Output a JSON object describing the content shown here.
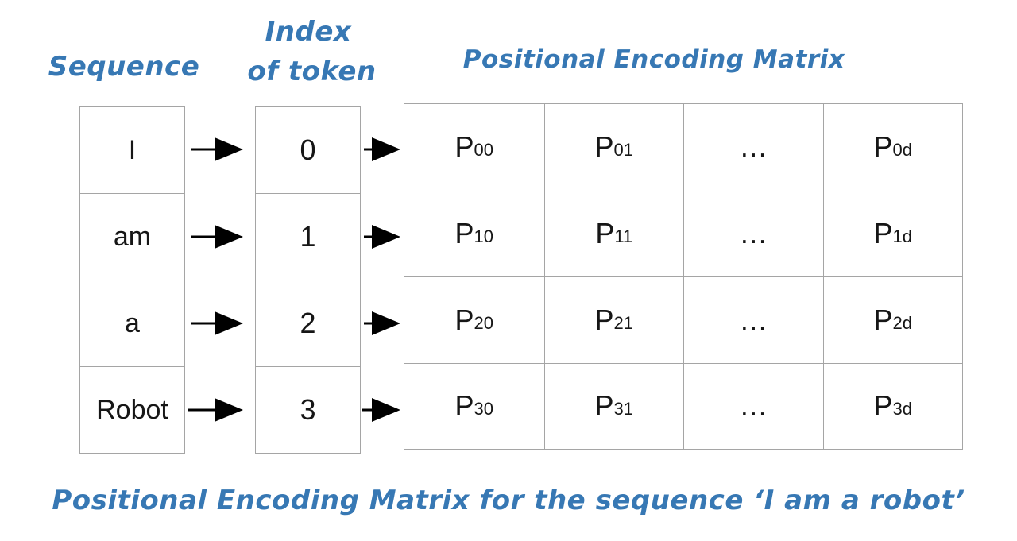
{
  "headings": {
    "sequence": "Sequence",
    "index_line1": "Index",
    "index_line2": "of token",
    "matrix": "Positional Encoding Matrix"
  },
  "sequence_column": {
    "tokens": [
      "I",
      "am",
      "a",
      "Robot"
    ]
  },
  "index_column": {
    "indices": [
      "0",
      "1",
      "2",
      "3"
    ]
  },
  "matrix": {
    "rows": [
      [
        {
          "base": "P",
          "sub": "00"
        },
        {
          "base": "P",
          "sub": "01"
        },
        {
          "base": "…",
          "sub": ""
        },
        {
          "base": "P",
          "sub": "0d"
        }
      ],
      [
        {
          "base": "P",
          "sub": "10"
        },
        {
          "base": "P",
          "sub": "11"
        },
        {
          "base": "…",
          "sub": ""
        },
        {
          "base": "P",
          "sub": "1d"
        }
      ],
      [
        {
          "base": "P",
          "sub": "20"
        },
        {
          "base": "P",
          "sub": "21"
        },
        {
          "base": "…",
          "sub": ""
        },
        {
          "base": "P",
          "sub": "2d"
        }
      ],
      [
        {
          "base": "P",
          "sub": "30"
        },
        {
          "base": "P",
          "sub": "31"
        },
        {
          "base": "…",
          "sub": ""
        },
        {
          "base": "P",
          "sub": "3d"
        }
      ]
    ]
  },
  "caption": "Positional Encoding Matrix for the sequence ‘I am a robot’",
  "colors": {
    "heading_blue": "#3778b4",
    "border_gray": "#a5a5a5",
    "text_black": "#161616",
    "arrow_black": "#000000"
  }
}
